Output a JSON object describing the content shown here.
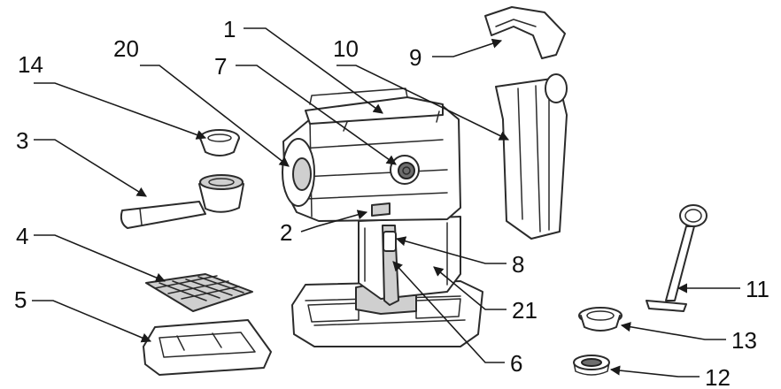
{
  "callouts": {
    "c1": "1",
    "c2": "2",
    "c3": "3",
    "c4": "4",
    "c5": "5",
    "c6": "6",
    "c7": "7",
    "c8": "8",
    "c9": "9",
    "c10": "10",
    "c11": "11",
    "c12": "12",
    "c13": "13",
    "c14": "14",
    "c20": "20",
    "c21": "21"
  }
}
